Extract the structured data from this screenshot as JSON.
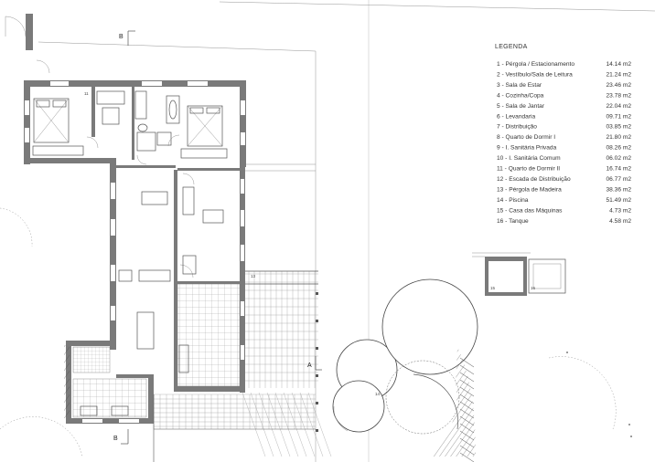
{
  "legend": {
    "title": "LEGENDA",
    "items": [
      {
        "label": "1 - Pérgola / Estacionamento",
        "area": "14.14 m2"
      },
      {
        "label": "2 - Vestíbulo/Sala de Leitura",
        "area": "21.24 m2"
      },
      {
        "label": "3 - Sala de Estar",
        "area": "23.46 m2"
      },
      {
        "label": "4 - Cozinha/Copa",
        "area": "23.78 m2"
      },
      {
        "label": "5 - Sala de Jantar",
        "area": "22.04 m2"
      },
      {
        "label": "6 - Levandaria",
        "area": "09.71 m2"
      },
      {
        "label": "7 - Distribuição",
        "area": "03.85 m2"
      },
      {
        "label": "8 - Quarto de Dormir I",
        "area": "21.80 m2"
      },
      {
        "label": "9 - I. Sanitária Privada",
        "area": "08.26 m2"
      },
      {
        "label": "10 - I. Sanitária Comum",
        "area": "06.02 m2"
      },
      {
        "label": "11 - Quarto de Dormir II",
        "area": "16.74 m2"
      },
      {
        "label": "12 - Escada de Distribuição",
        "area": "06.77 m2"
      },
      {
        "label": "13 - Pérgola de Madeira",
        "area": "38.36 m2"
      },
      {
        "label": "14 - Piscina",
        "area": "51.49 m2"
      },
      {
        "label": "15 - Casa das Máquinas",
        "area": "4.73 m2"
      },
      {
        "label": "16 - Tanque",
        "area": "4.58 m2"
      }
    ]
  },
  "section_marks": {
    "b_top": "B",
    "b_bottom": "B",
    "a_right": "A"
  },
  "room_numbers": {
    "r11": "11",
    "r13": "13",
    "r14": "14",
    "r15": "15",
    "r16": "16"
  }
}
